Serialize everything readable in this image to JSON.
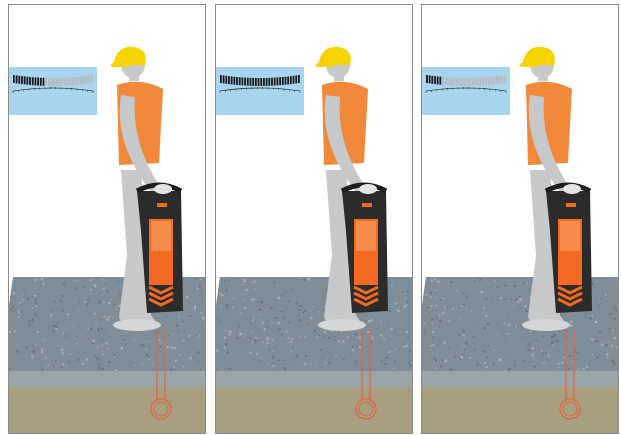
{
  "figure": {
    "panels": [
      {
        "id": "panel-1",
        "meter_strong_fraction": 0.4
      },
      {
        "id": "panel-2",
        "meter_strong_fraction": 1.0
      },
      {
        "id": "panel-3",
        "meter_strong_fraction": 0.2
      }
    ],
    "colors": {
      "sky": "#a9d6ef",
      "helmet": "#f6d400",
      "vest": "#f08a3a",
      "figure_gray": "#c7c9cb",
      "locator_body": "#2b2b2b",
      "locator_orange": "#f26a21",
      "ground_soil": "#a79f7f",
      "ground_band": "#9aa5a9",
      "gravel": "#7f8d99",
      "cable": "#e8603c"
    }
  }
}
